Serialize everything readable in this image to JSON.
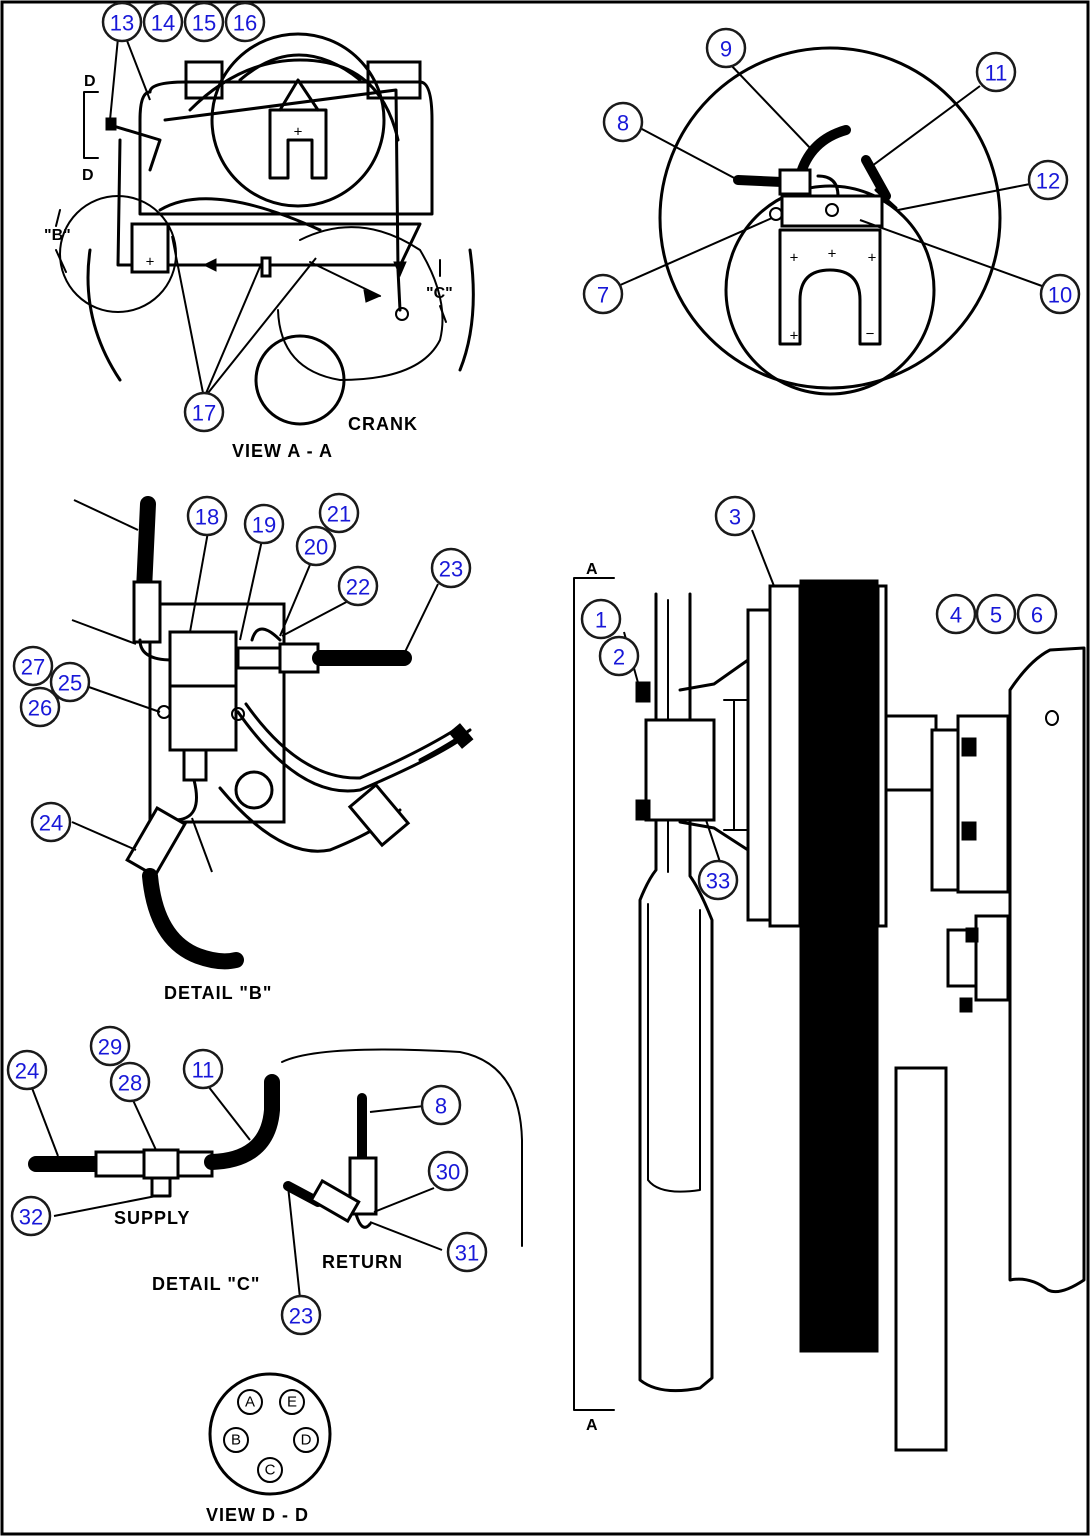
{
  "views": {
    "view_aa": "VIEW A - A",
    "crank": "CRANK",
    "detail_b": "DETAIL \"B\"",
    "detail_c": "DETAIL \"C\"",
    "view_dd": "VIEW D - D",
    "supply": "SUPPLY",
    "return": "RETURN"
  },
  "section_markers": {
    "a_top": "A",
    "a_bottom": "A",
    "d_top": "D",
    "d_bottom": "D",
    "b_callout": "\"B\"",
    "c_callout": "\"C\""
  },
  "connector_pins": [
    "A",
    "E",
    "B",
    "D",
    "C"
  ],
  "terminal_signs": {
    "plus": "+",
    "minus": "−"
  },
  "part_balloons": [
    "13",
    "14",
    "15",
    "16",
    "17",
    "9",
    "11",
    "8",
    "12",
    "7",
    "10",
    "18",
    "19",
    "21",
    "20",
    "23",
    "22",
    "1",
    "2",
    "27",
    "25",
    "26",
    "24",
    "33",
    "3",
    "4",
    "5",
    "6",
    "29",
    "28",
    "24",
    "11",
    "8",
    "30",
    "32",
    "31",
    "23"
  ],
  "colors": {
    "balloon_text": "#1818d8",
    "line": "#000000",
    "background": "#ffffff"
  }
}
